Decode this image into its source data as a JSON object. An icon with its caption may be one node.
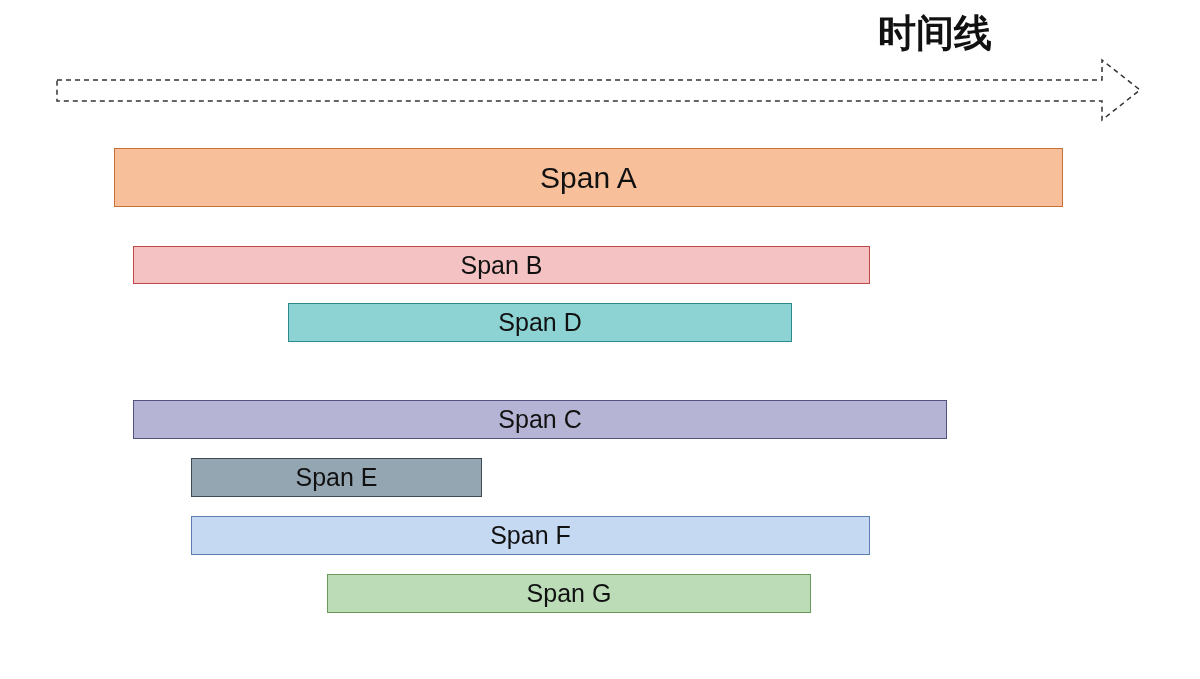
{
  "diagram": {
    "nodes": [
      {
        "text": [
          "Span A"
        ]
      },
      {
        "text": [
          "Span B"
        ]
      },
      {
        "text": [
          "Span D"
        ]
      },
      {
        "text": [
          "Span C"
        ]
      },
      {
        "text": [
          "Span E"
        ]
      },
      {
        "text": [
          "Span F"
        ]
      },
      {
        "text": [
          "Span G"
        ]
      }
    ],
    "labels": [
      "时间线"
    ]
  }
}
